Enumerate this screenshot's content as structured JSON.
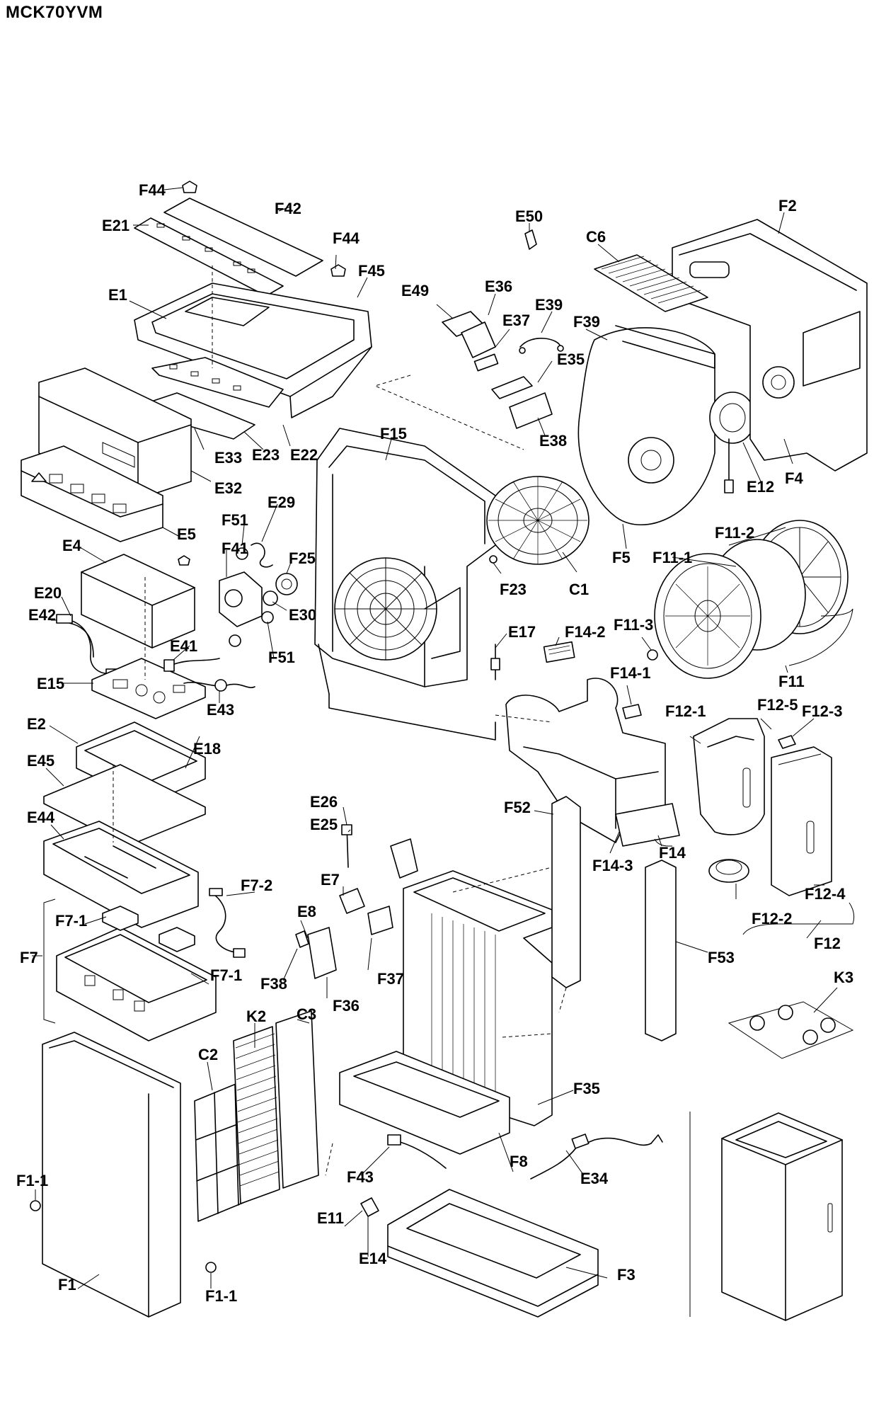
{
  "title": "MCK70YVM",
  "labels": [
    "F44",
    "F42",
    "E21",
    "F44",
    "F45",
    "E1",
    "E50",
    "F2",
    "C6",
    "E49",
    "E36",
    "E37",
    "E39",
    "F39",
    "E35",
    "E33",
    "E23",
    "E22",
    "F15",
    "E38",
    "E32",
    "E12",
    "F4",
    "E5",
    "F51",
    "E29",
    "E4",
    "F41",
    "F25",
    "F5",
    "F23",
    "C1",
    "F11-2",
    "F11-1",
    "E20",
    "E42",
    "E30",
    "F51",
    "E41",
    "E17",
    "F14-2",
    "F11-3",
    "E15",
    "E43",
    "F14-1",
    "F11",
    "E2",
    "E18",
    "F12-1",
    "F12-5",
    "F12-3",
    "E45",
    "E26",
    "E25",
    "F52",
    "E44",
    "E7",
    "F14-3",
    "F14",
    "F7-2",
    "E8",
    "F53",
    "F12-2",
    "F12-4",
    "F12",
    "F7-1",
    "F7",
    "F38",
    "F37",
    "F7-1",
    "F36",
    "K3",
    "K2",
    "C3",
    "C2",
    "F35",
    "F1-1",
    "F8",
    "F43",
    "E34",
    "E11",
    "E14",
    "F3",
    "F1",
    "F1-1"
  ]
}
